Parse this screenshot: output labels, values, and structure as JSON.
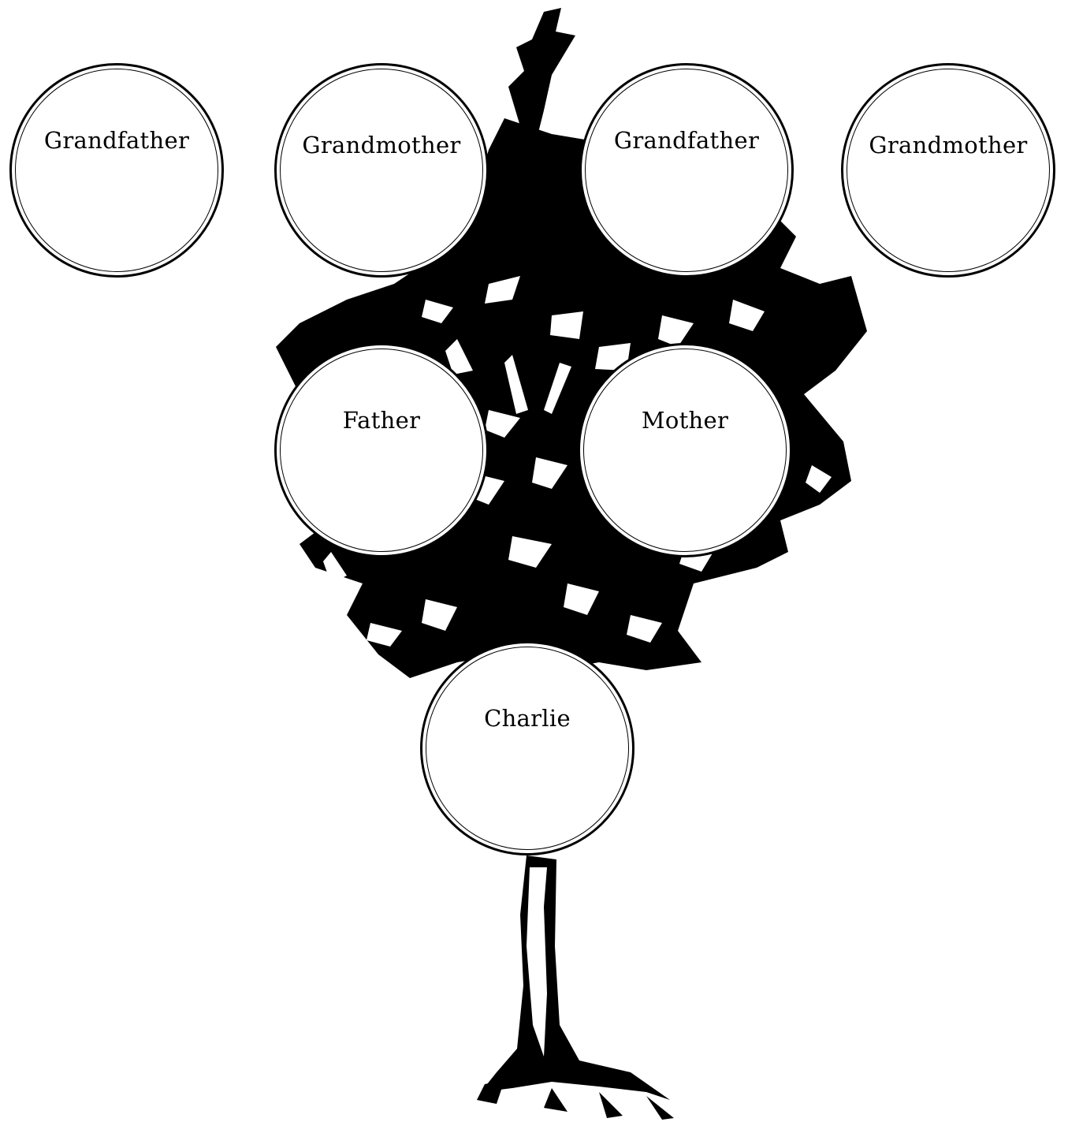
{
  "tree": {
    "generations": [
      {
        "members": [
          {
            "id": "paternal-grandfather",
            "label": "Grandfather"
          },
          {
            "id": "paternal-grandmother",
            "label": "Grandmother"
          },
          {
            "id": "maternal-grandfather",
            "label": "Grandfather"
          },
          {
            "id": "maternal-grandmother",
            "label": "Grandmother"
          }
        ]
      },
      {
        "members": [
          {
            "id": "father",
            "label": "Father"
          },
          {
            "id": "mother",
            "label": "Mother"
          }
        ]
      },
      {
        "members": [
          {
            "id": "child",
            "label": "Charlie"
          }
        ]
      }
    ]
  },
  "colors": {
    "ink": "#000000",
    "background": "#ffffff"
  }
}
